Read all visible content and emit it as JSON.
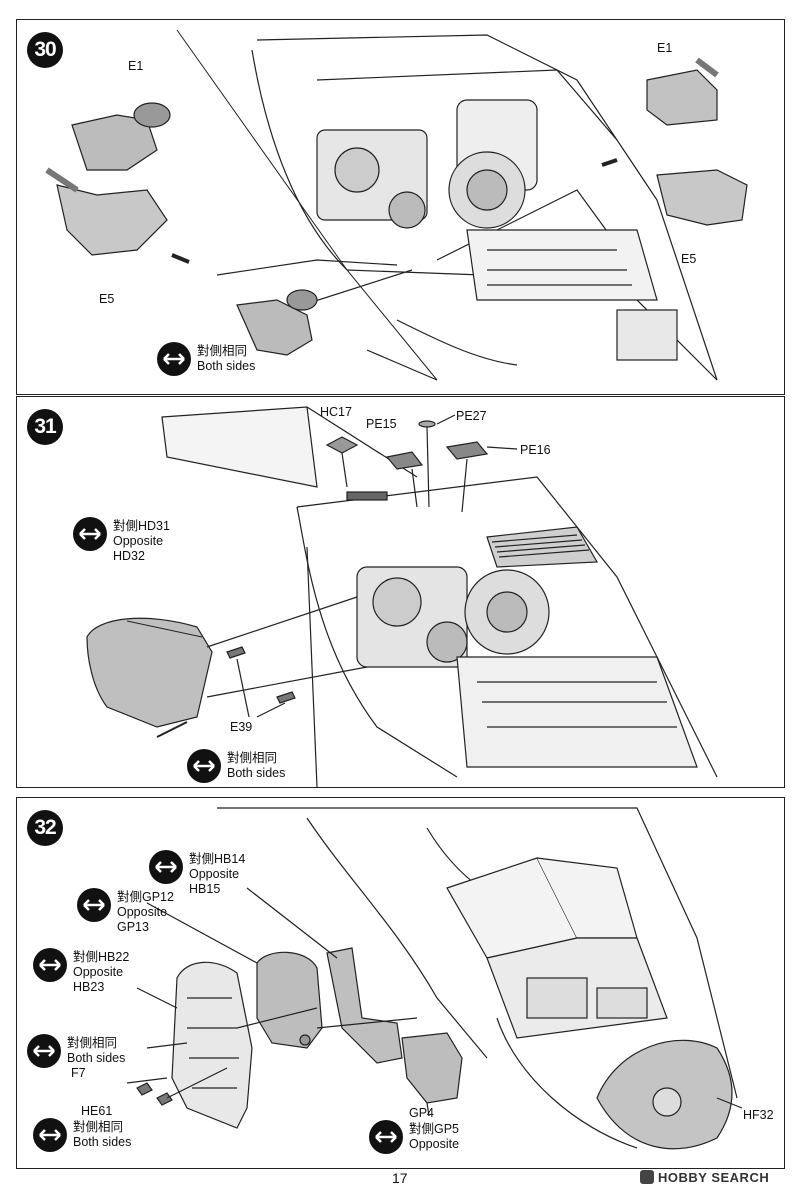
{
  "page_number": "17",
  "watermark": "HOBBY SEARCH",
  "icons": {
    "both_sides": "double-arrow-icon"
  },
  "steps": [
    {
      "number": "30",
      "labels": {
        "e1_left": "E1",
        "e5_left": "E5",
        "e1_right": "E1",
        "e5_right": "E5"
      },
      "note": {
        "zh": "對側相同",
        "en": "Both sides"
      }
    },
    {
      "number": "31",
      "labels": {
        "hc17": "HC17",
        "pe15": "PE15",
        "pe27": "PE27",
        "pe16": "PE16",
        "e39": "E39"
      },
      "opposite_note": {
        "zh": "對側HD31",
        "en": "Opposite",
        "part": "HD32"
      },
      "note": {
        "zh": "對側相同",
        "en": "Both sides"
      }
    },
    {
      "number": "32",
      "notes": [
        {
          "zh": "對側HB14",
          "en": "Opposite",
          "part": "HB15"
        },
        {
          "zh": "對側GP12",
          "en": "Opposite",
          "part": "GP13"
        },
        {
          "zh": "對側HB22",
          "en": "Opposite",
          "part": "HB23"
        },
        {
          "zh": "對側相同",
          "en": "Both sides",
          "part": "F7"
        },
        {
          "pre": "HE61",
          "zh": "對側相同",
          "en": "Both sides"
        }
      ],
      "gp_note": {
        "part": "GP4",
        "zh": "對側GP5",
        "en": "Opposite"
      },
      "labels": {
        "hf32": "HF32"
      }
    }
  ]
}
